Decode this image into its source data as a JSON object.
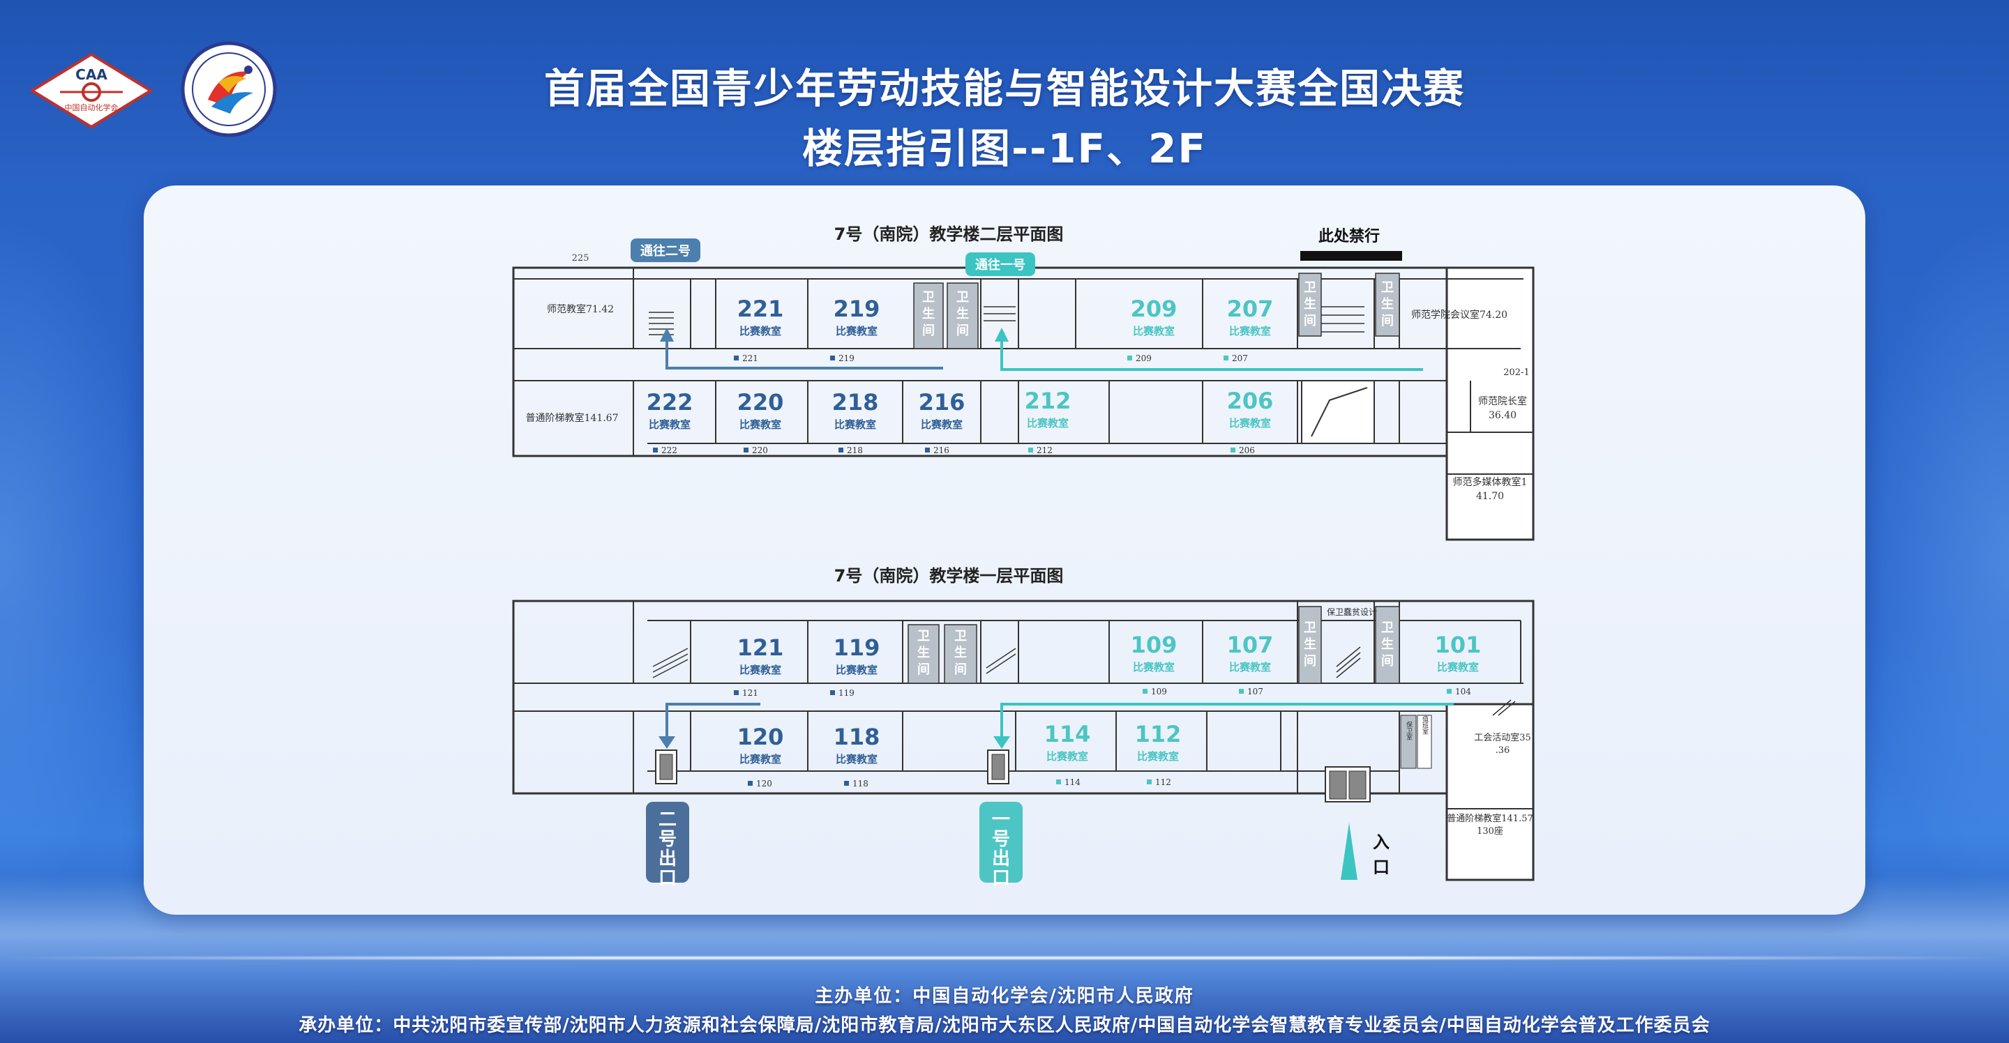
{
  "header": {
    "title_line1": "首届全国青少年劳动技能与智能设计大赛全国决赛",
    "title_line2": "楼层指引图--1F、2F",
    "logo_caa_text": "CAA",
    "logo_caa_sub": "中国自动化学会"
  },
  "colors": {
    "blue_room": "#2f5f96",
    "teal_room": "#4cc5c4",
    "arrow_blue": "#4b7fae",
    "arrow_teal": "#3cc4c2",
    "wall": "#333333",
    "toilet_fill": "#b8c1c9"
  },
  "floor2": {
    "title": "7号（南院）教学楼二层平面图",
    "no_entry": "此处禁行",
    "to_exit2": "通往二号",
    "to_exit1": "通往一号",
    "room_225": "225",
    "room_202_1": "202-1",
    "left_top": "师范教室71.42",
    "left_bottom": "普通阶梯教室141.67",
    "right_top": "师范学院会议室74.20",
    "right_mid_1": "师范院长室",
    "right_mid_2": "36.40",
    "right_bottom_1": "师范多媒体教室1",
    "right_bottom_2": "41.70",
    "toilet_label": "卫生间",
    "blue_top": [
      {
        "num": "221",
        "label": "比赛教室",
        "tag": "221"
      },
      {
        "num": "219",
        "label": "比赛教室",
        "tag": "219"
      }
    ],
    "teal_top": [
      {
        "num": "209",
        "label": "比赛教室",
        "tag": "209"
      },
      {
        "num": "207",
        "label": "比赛教室",
        "tag": "207"
      }
    ],
    "blue_bottom": [
      {
        "num": "222",
        "label": "比赛教室",
        "tag": "222"
      },
      {
        "num": "220",
        "label": "比赛教室",
        "tag": "220"
      },
      {
        "num": "218",
        "label": "比赛教室",
        "tag": "218"
      },
      {
        "num": "216",
        "label": "比赛教室",
        "tag": "216"
      }
    ],
    "teal_bottom": [
      {
        "num": "212",
        "label": "比赛教室",
        "tag": "212"
      },
      {
        "num": "206",
        "label": "比赛教室",
        "tag": "206"
      }
    ]
  },
  "floor1": {
    "title": "7号（南院）教学楼一层平面图",
    "security": "保卫蠢贫设计",
    "entrance": "入口",
    "exit2": "二号出口",
    "exit1": "一号出口",
    "union_1": "工会活动室35",
    "union_2": ".36",
    "lecture_1": "普通阶梯教室141.57",
    "lecture_2": "130座",
    "small_1": "保卫室",
    "small_2": "值班室",
    "toilet_label": "卫生间",
    "blue_top": [
      {
        "num": "121",
        "label": "比赛教室",
        "tag": "121"
      },
      {
        "num": "119",
        "label": "比赛教室",
        "tag": "119"
      }
    ],
    "teal_top": [
      {
        "num": "109",
        "label": "比赛教室",
        "tag": "109"
      },
      {
        "num": "107",
        "label": "比赛教室",
        "tag": "107"
      },
      {
        "num": "101",
        "label": "比赛教室",
        "tag": "104"
      }
    ],
    "blue_bottom": [
      {
        "num": "120",
        "label": "比赛教室",
        "tag": "120"
      },
      {
        "num": "118",
        "label": "比赛教室",
        "tag": "118"
      }
    ],
    "teal_bottom": [
      {
        "num": "114",
        "label": "比赛教室",
        "tag": "114"
      },
      {
        "num": "112",
        "label": "比赛教室",
        "tag": "112"
      }
    ]
  },
  "footer": {
    "host": "主办单位：中国自动化学会/沈阳市人民政府",
    "organizer": "承办单位：中共沈阳市委宣传部/沈阳市人力资源和社会保障局/沈阳市教育局/沈阳市大东区人民政府/中国自动化学会智慧教育专业委员会/中国自动化学会普及工作委员会"
  }
}
